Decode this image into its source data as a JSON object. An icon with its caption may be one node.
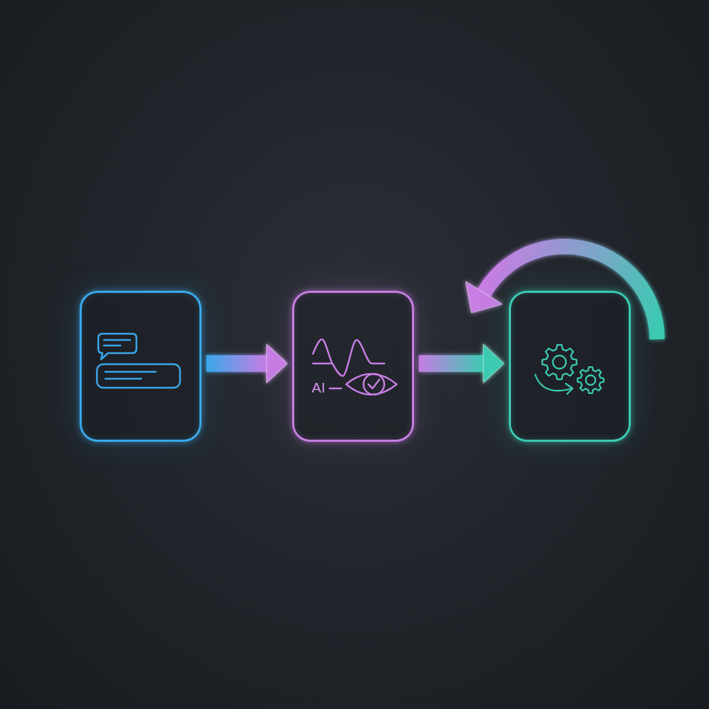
{
  "diagram": {
    "nodes": [
      {
        "text": [],
        "shape": "box"
      },
      {
        "text": [
          "AI"
        ]
      },
      {
        "text": [],
        "shape": "box"
      }
    ],
    "edges": [
      {
        "from": 0,
        "to": 1,
        "arrow": "to"
      },
      {
        "from": 1,
        "to": 2,
        "arrow": "to"
      },
      {
        "from": 2,
        "to": 2,
        "arrow": "to"
      }
    ]
  }
}
